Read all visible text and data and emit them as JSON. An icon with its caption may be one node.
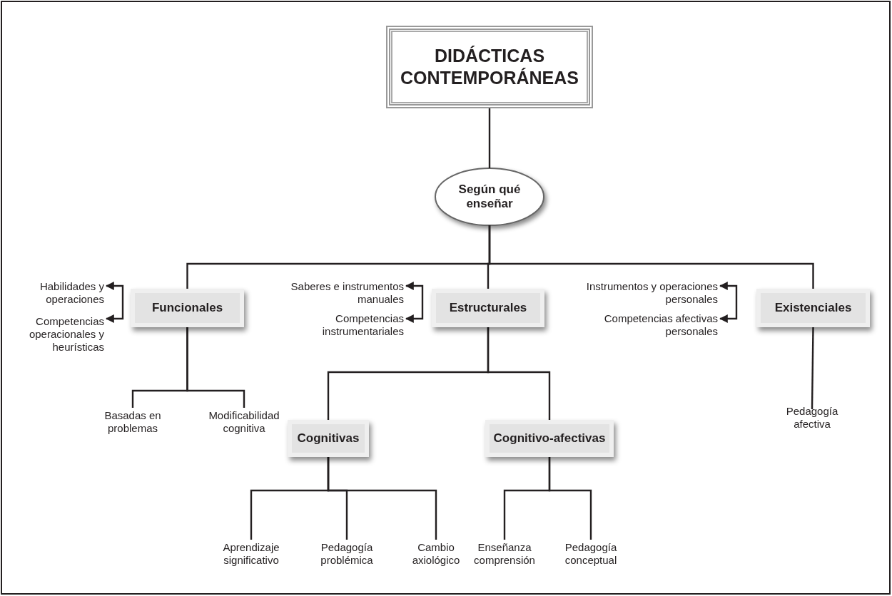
{
  "diagram": {
    "nodes": [
      {
        "text": [
          "DIDÁCTICAS CONTEMPORÁNEAS"
        ]
      },
      {
        "text": [
          "Según qué enseñar"
        ]
      },
      {
        "text": [
          "Funcionales"
        ]
      },
      {
        "text": [
          "Estructurales"
        ]
      },
      {
        "text": [
          "Existenciales"
        ]
      },
      {
        "text": [
          "Habilidades y operaciones"
        ]
      },
      {
        "text": [
          "Competencias operacionales y heurísticas"
        ]
      },
      {
        "text": [
          "Saberes e instrumentos manuales"
        ]
      },
      {
        "text": [
          "Competencias instrumentariales"
        ]
      },
      {
        "text": [
          "Instrumentos y operaciones personales"
        ]
      },
      {
        "text": [
          "Competencias afectivas personales"
        ]
      },
      {
        "text": [
          "Basadas en problemas"
        ]
      },
      {
        "text": [
          "Modificabilidad cognitiva"
        ]
      },
      {
        "text": [
          "Cognitivas"
        ]
      },
      {
        "text": [
          "Cognitivo-afectivas"
        ]
      },
      {
        "text": [
          "Pedagogía afectiva"
        ]
      },
      {
        "text": [
          "Aprendizaje significativo"
        ]
      },
      {
        "text": [
          "Pedagogía problémica"
        ]
      },
      {
        "text": [
          "Cambio axiológico"
        ]
      },
      {
        "text": [
          "Enseñanza comprensión"
        ]
      },
      {
        "text": [
          "Pedagogía conceptual"
        ]
      }
    ],
    "edges": [
      {
        "from": 0,
        "to": 1,
        "arrow": "none"
      },
      {
        "from": 1,
        "to": 2,
        "arrow": "none"
      },
      {
        "from": 1,
        "to": 3,
        "arrow": "none"
      },
      {
        "from": 1,
        "to": 4,
        "arrow": "none"
      },
      {
        "from": 5,
        "to": 6,
        "arrow": "both"
      },
      {
        "from": 7,
        "to": 8,
        "arrow": "both"
      },
      {
        "from": 9,
        "to": 10,
        "arrow": "both"
      },
      {
        "from": 2,
        "to": 11,
        "arrow": "none"
      },
      {
        "from": 2,
        "to": 12,
        "arrow": "none"
      },
      {
        "from": 3,
        "to": 13,
        "arrow": "none"
      },
      {
        "from": 3,
        "to": 14,
        "arrow": "none"
      },
      {
        "from": 4,
        "to": 15,
        "arrow": "none"
      },
      {
        "from": 13,
        "to": 16,
        "arrow": "none"
      },
      {
        "from": 13,
        "to": 17,
        "arrow": "none"
      },
      {
        "from": 13,
        "to": 18,
        "arrow": "none"
      },
      {
        "from": 14,
        "to": 19,
        "arrow": "none"
      },
      {
        "from": 14,
        "to": 20,
        "arrow": "none"
      }
    ]
  }
}
